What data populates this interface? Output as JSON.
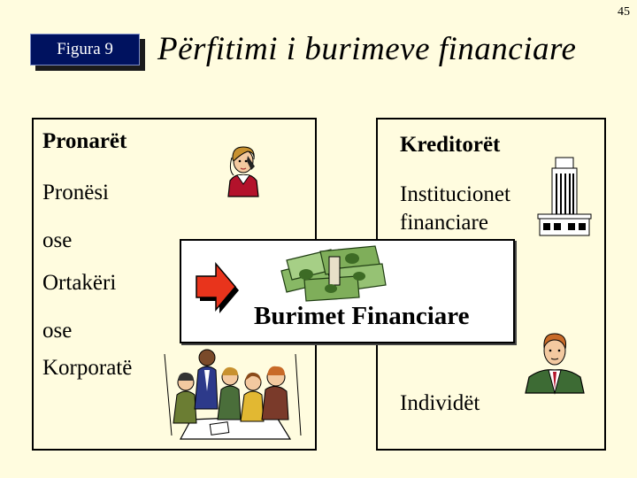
{
  "page_number": "45",
  "figure_label": "Figura 9",
  "title": "Përfitimi i burimeve financiare",
  "left_panel": {
    "heading": "Pronarët",
    "items": [
      "Pronësi",
      "ose",
      "Ortakëri",
      "ose",
      "Korporatë"
    ]
  },
  "right_panel": {
    "heading": "Kreditorët",
    "institutions": [
      "Institucionet",
      "financiare"
    ],
    "individuals": "Individët"
  },
  "center": {
    "label": "Burimet Financiare"
  },
  "colors": {
    "background": "#fffcdf",
    "figure_label_bg": "#00125f",
    "arrow": "#e8341c",
    "money": "#7fae5a"
  },
  "icons": [
    "woman-on-phone-icon",
    "bank-building-icon",
    "money-stack-icon",
    "red-arrow-icon",
    "businessman-icon",
    "business-team-icon"
  ]
}
